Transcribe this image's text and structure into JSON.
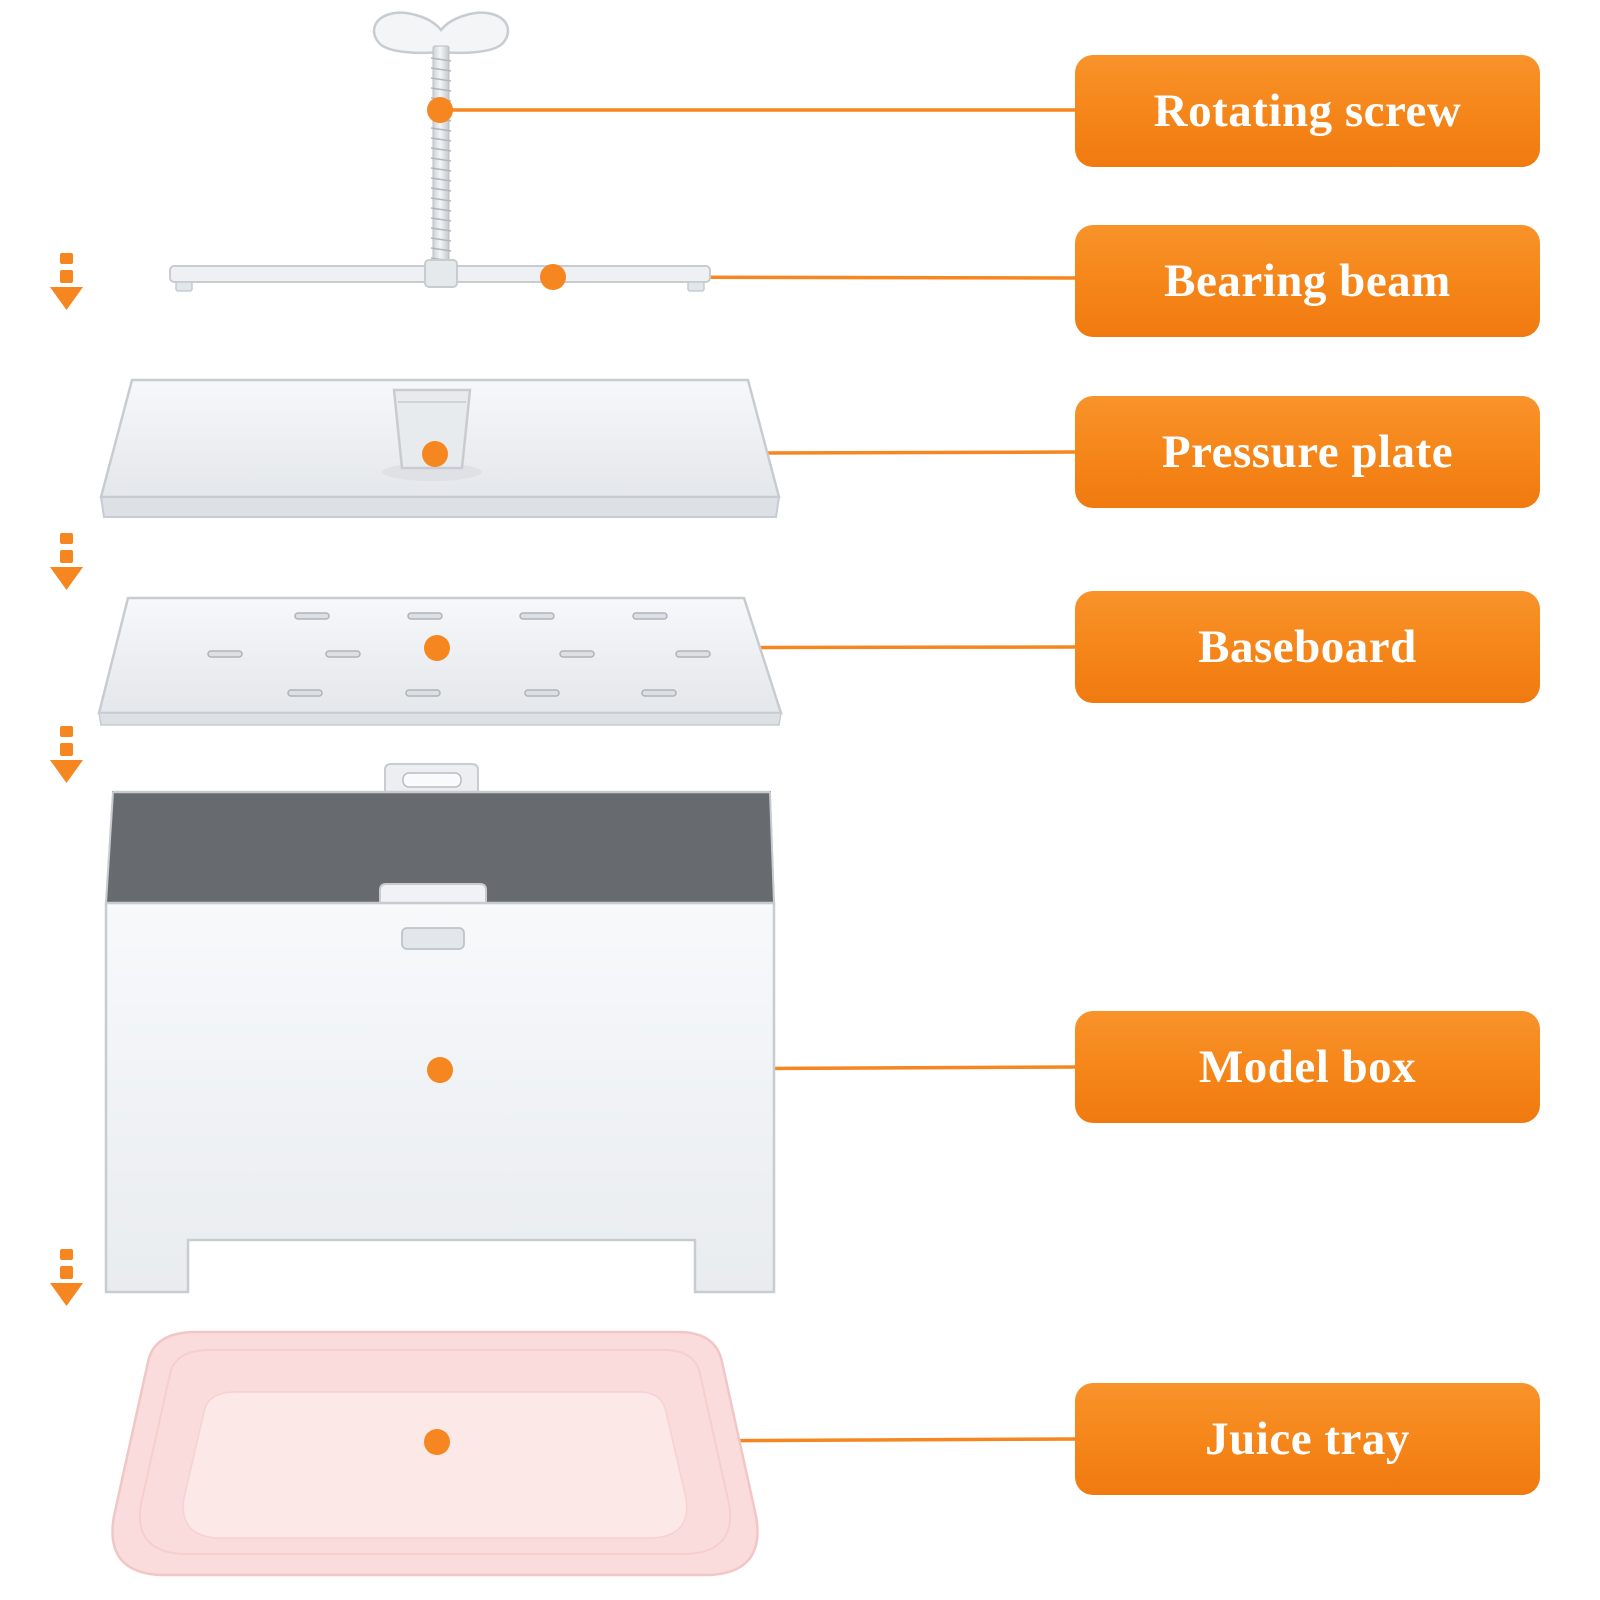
{
  "diagram": {
    "type": "exploded-parts-diagram",
    "product": "press assembly",
    "labels": [
      {
        "id": "rotating-screw",
        "text": "Rotating screw"
      },
      {
        "id": "bearing-beam",
        "text": "Bearing beam"
      },
      {
        "id": "pressure-plate",
        "text": "Pressure plate"
      },
      {
        "id": "baseboard",
        "text": "Baseboard"
      },
      {
        "id": "model-box",
        "text": "Model box"
      },
      {
        "id": "juice-tray",
        "text": "Juice tray"
      }
    ],
    "icons": [
      {
        "name": "down-arrow-icon",
        "count": 4,
        "meaning": "assembly order downward"
      },
      {
        "name": "connector-dot",
        "count": 6,
        "meaning": "callout anchor point"
      }
    ],
    "colors": {
      "accent_orange": "#F6861F",
      "label_text": "#FFFFFF",
      "metal_light": "#F2F4F7",
      "metal_stroke": "#C8CCD1",
      "box_interior": "#676B70",
      "tray_fill": "#FADCDC",
      "tray_floor": "#FCE8E6"
    }
  }
}
